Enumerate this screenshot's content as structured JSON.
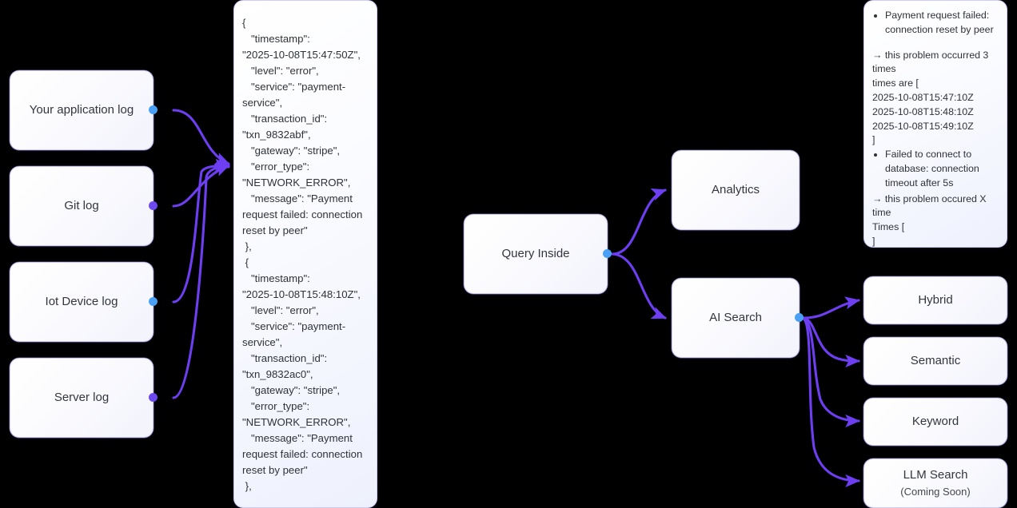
{
  "canvas": {
    "background": "#000000",
    "edge_color": "#6d3ef2",
    "port_blue": "#4aa0f5",
    "port_purple": "#6d49f0",
    "node_border": "#cfcdf8"
  },
  "sources": [
    {
      "id": "app-log",
      "label": "Your application log",
      "port": "blue"
    },
    {
      "id": "git-log",
      "label": "Git log",
      "port": "purple"
    },
    {
      "id": "iot-log",
      "label": "Iot Device log",
      "port": "blue"
    },
    {
      "id": "server-log",
      "label": "Server log",
      "port": "purple"
    }
  ],
  "json_panel": {
    "name": "log-json-stream",
    "text": "{\n   \"timestamp\":\n\"2025-10-08T15:47:50Z\",\n   \"level\": \"error\",\n   \"service\": \"payment-\nservice\",\n   \"transaction_id\":\n\"txn_9832abf\",\n   \"gateway\": \"stripe\",\n   \"error_type\":\n\"NETWORK_ERROR\",\n   \"message\": \"Payment\nrequest failed: connection\nreset by peer\"\n },\n {\n   \"timestamp\":\n\"2025-10-08T15:48:10Z\",\n   \"level\": \"error\",\n   \"service\": \"payment-\nservice\",\n   \"transaction_id\":\n\"txn_9832ac0\",\n   \"gateway\": \"stripe\",\n   \"error_type\":\n\"NETWORK_ERROR\",\n   \"message\": \"Payment\nrequest failed: connection\nreset by peer\"\n },"
  },
  "pipeline": {
    "query_node": {
      "label": "Query Inside",
      "port": "blue"
    },
    "analytics_node": {
      "label": "Analytics"
    },
    "ai_search_node": {
      "label": "AI Search",
      "port": "blue"
    }
  },
  "search_modes": [
    {
      "id": "hybrid",
      "label": "Hybrid",
      "sublabel": ""
    },
    {
      "id": "semantic",
      "label": "Semantic",
      "sublabel": ""
    },
    {
      "id": "keyword",
      "label": "Keyword",
      "sublabel": ""
    },
    {
      "id": "llm-search",
      "label": "LLM Search",
      "sublabel": "(Coming Soon)"
    }
  ],
  "results_panel": {
    "issue_1": "Payment request failed: connection reset by peer",
    "issue_1_note": "→ this problem occurred 3 times",
    "issue_1_times_label": "times are [",
    "issue_1_times": [
      "2025-10-08T15:47:10Z",
      "2025-10-08T15:48:10Z",
      "2025-10-08T15:49:10Z"
    ],
    "issue_1_close": "]",
    "issue_2": "Failed to connect to database: connection timeout after 5s",
    "issue_2_note": "→ this problem occured X time",
    "issue_2_times_label": "Times [",
    "issue_2_close": "]"
  }
}
